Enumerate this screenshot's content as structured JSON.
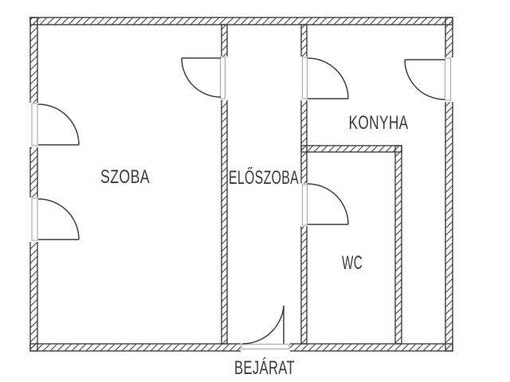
{
  "plan": {
    "rooms": [
      {
        "name": "szoba",
        "label": "SZOBA"
      },
      {
        "name": "eloszoba",
        "label": "ELŐSZOBA"
      },
      {
        "name": "konyha",
        "label": "KONYHA"
      },
      {
        "name": "wc",
        "label": "WC"
      }
    ],
    "entrance": {
      "label": "BEJÁRAT"
    }
  },
  "colors": {
    "background": "#ffffff",
    "wall_line": "#3f3f3f",
    "hatch_line": "#555555",
    "jamb_line": "#a6a6a6",
    "label_text": "#3a3a3a"
  }
}
